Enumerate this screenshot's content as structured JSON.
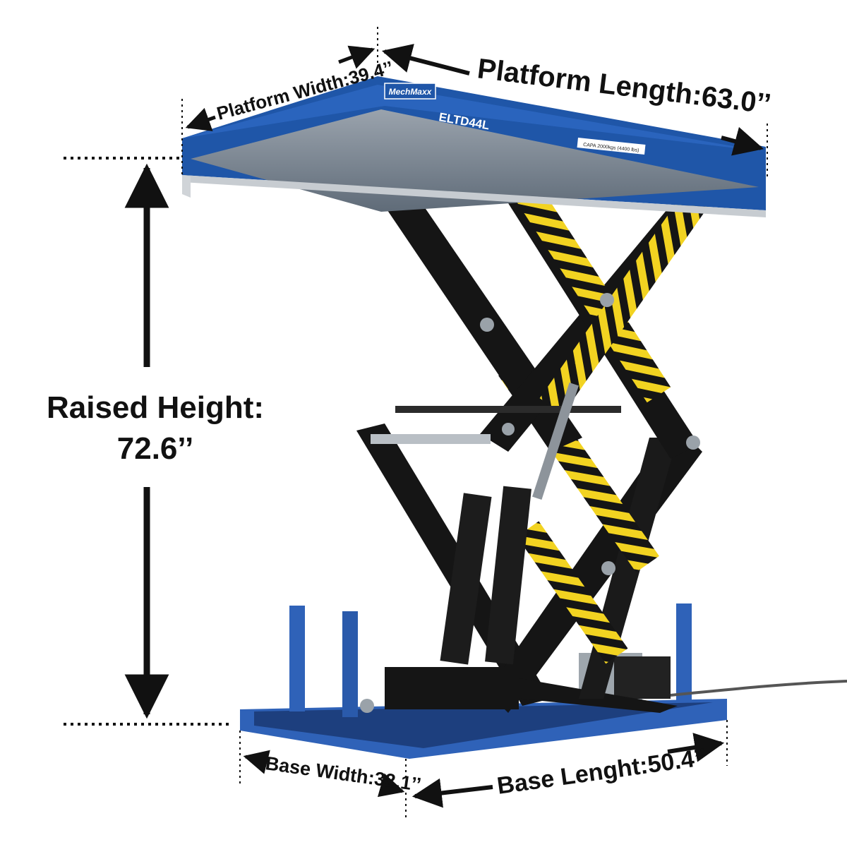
{
  "platform": {
    "brand": "MechMaxx",
    "model": "ELTD44L",
    "capacity_label": "CAPA 2000kgs (4400 lbs)"
  },
  "dimensions": {
    "platform_width": "Platform Width:39.4’’",
    "platform_length": "Platform Length:63.0’’",
    "raised_height_line1": "Raised Height:",
    "raised_height_line2": "72.6’’",
    "base_width": "Base Width:32.1’’",
    "base_length": "Base Lenght:50.4’’"
  },
  "colors": {
    "platform_blue": "#1f56a8",
    "frame_black": "#151515",
    "hazard_yellow": "#f2d321",
    "base_blue": "#2f62b8",
    "annotation": "#111111"
  }
}
